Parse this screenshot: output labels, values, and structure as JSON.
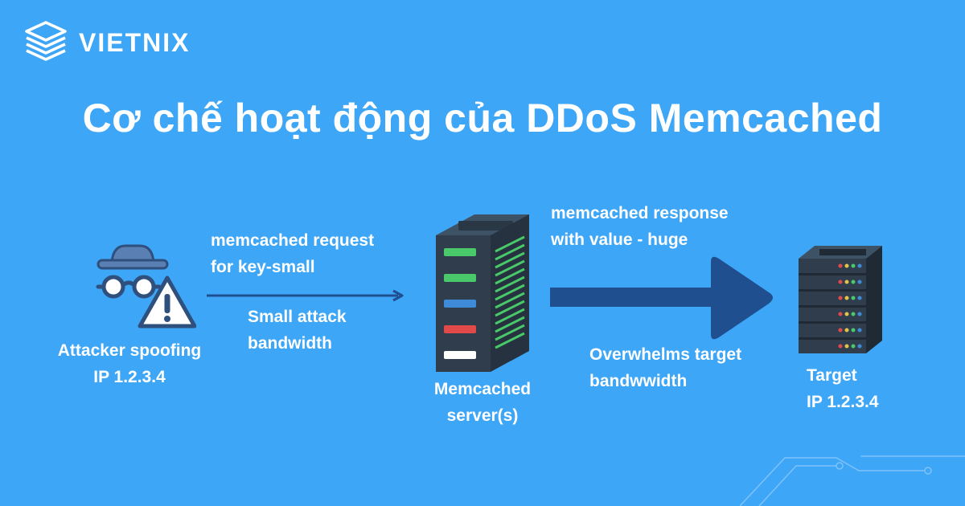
{
  "brand": {
    "name": "VIETNIX",
    "logo_icon": "stacked-layers-icon"
  },
  "title": "Cơ chế hoạt động của DDoS Memcached",
  "attacker": {
    "lines": [
      "Attacker spoofing",
      "IP 1.2.3.4"
    ],
    "icon": "spy-warning-icon"
  },
  "request": {
    "lines": [
      "memcached request",
      "for key-small"
    ]
  },
  "small_bandwidth": {
    "lines": [
      "Small attack",
      "bandwidth"
    ]
  },
  "server": {
    "lines": [
      "Memcached",
      "server(s)"
    ],
    "icon": "server-rack-icon"
  },
  "response": {
    "lines": [
      "memcached response",
      "with value - huge"
    ]
  },
  "overwhelms": {
    "lines": [
      "Overwhelms target",
      "bandwwidth"
    ]
  },
  "target": {
    "lines": [
      "Target",
      "IP 1.2.3.4"
    ],
    "icon": "server-stack-icon"
  },
  "colors": {
    "background": "#3ea6f7",
    "arrow": "#1f4f8f",
    "server_body": "#2f3d4c",
    "accent_green": "#49c96a",
    "accent_blue": "#3d8bd9",
    "accent_red": "#e24a4a"
  }
}
